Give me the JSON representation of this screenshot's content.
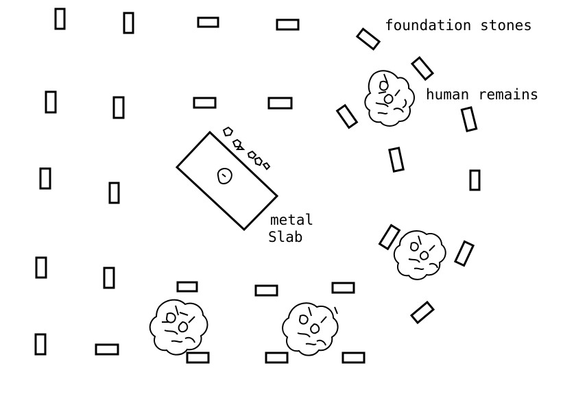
{
  "labels": {
    "foundation_stones": "foundation stones",
    "human_remains": "human remains",
    "metal_slab_line1": "metal",
    "metal_slab_line2": "Slab"
  },
  "colors": {
    "ink": "#000000",
    "background": "#ffffff"
  }
}
